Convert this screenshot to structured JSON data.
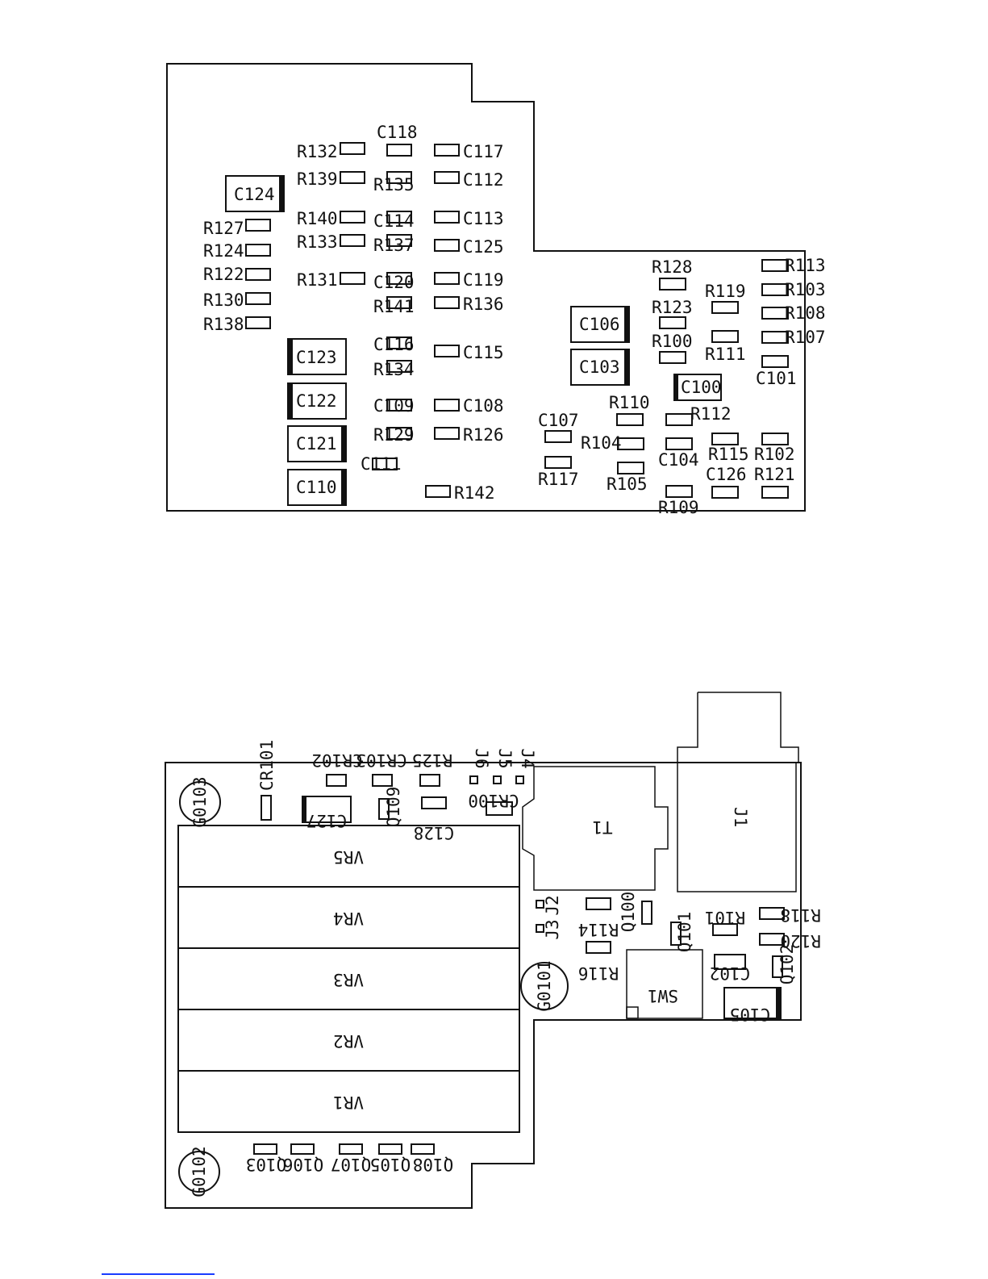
{
  "top_board": {
    "chip_resistors": [
      "R132",
      "R139",
      "R140",
      "R133",
      "R131",
      "R127",
      "R124",
      "R122",
      "R130",
      "R138",
      "R135",
      "R137",
      "R141",
      "R134",
      "R129",
      "R136",
      "R126",
      "R142",
      "R128",
      "R123",
      "R100",
      "R119",
      "R111",
      "R113",
      "R103",
      "R108",
      "R107",
      "R110",
      "R112",
      "R104",
      "R105",
      "R117",
      "R109",
      "R115",
      "R102",
      "R121"
    ],
    "chip_capacitors": [
      "C118",
      "C117",
      "C112",
      "C114",
      "C113",
      "C125",
      "C120",
      "C119",
      "C116",
      "C115",
      "C109",
      "C108",
      "C111",
      "C107",
      "C104",
      "C126",
      "C101"
    ],
    "large_capacitors": [
      "C124",
      "C123",
      "C122",
      "C121",
      "C110",
      "C106",
      "C103",
      "C100"
    ]
  },
  "bottom_board": {
    "variable_resistors": [
      "VR5",
      "VR4",
      "VR3",
      "VR2",
      "VR1"
    ],
    "transformer": "T1",
    "connector": "J1",
    "switch": "SW1",
    "mount_holes": [
      "G0103",
      "G0101",
      "G0102"
    ],
    "transistors_bottom": [
      "Q103",
      "Q106",
      "Q107",
      "Q105",
      "Q108"
    ],
    "parts_top_edge": [
      "CR101",
      "CR102",
      "CR103",
      "R125",
      "J6",
      "J5",
      "J4",
      "CR100",
      "C127",
      "Q109",
      "C128"
    ],
    "parts_right": [
      "J2",
      "J3",
      "R114",
      "Q100",
      "R116",
      "R101",
      "Q101",
      "R118",
      "R120",
      "C102",
      "Q102",
      "C105"
    ]
  }
}
